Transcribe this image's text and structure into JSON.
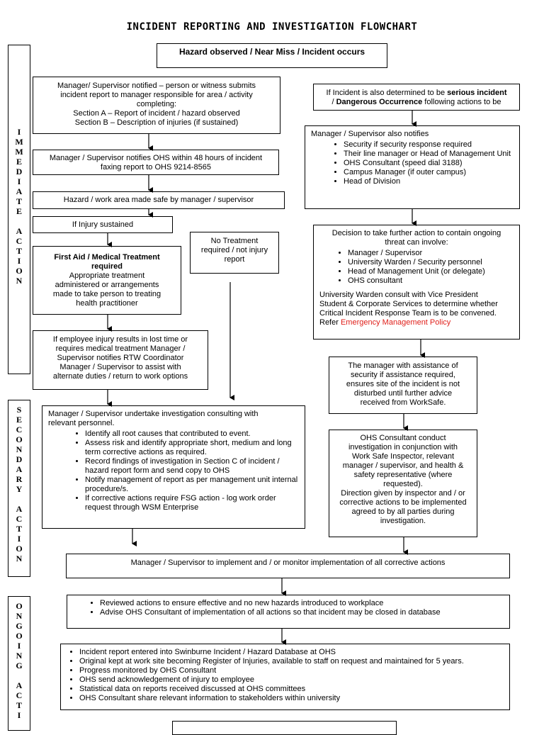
{
  "title": "INCIDENT REPORTING AND INVESTIGATION FLOWCHART",
  "side_labels": {
    "immediate": [
      "I",
      "M",
      "M",
      "E",
      "D",
      "I",
      "A",
      "T",
      "E",
      "",
      "A",
      "C",
      "T",
      "I",
      "O",
      "N"
    ],
    "secondary": [
      "S",
      "E",
      "C",
      "O",
      "N",
      "D",
      "A",
      "R",
      "Y",
      "",
      "A",
      "C",
      "T",
      "I",
      "O",
      "N"
    ],
    "ongoing": [
      "O",
      "N",
      "G",
      "O",
      "I",
      "N",
      "G",
      "",
      "A",
      "C",
      "T",
      "I"
    ]
  },
  "start": "Hazard observed / Near Miss / Incident occurs",
  "notified": {
    "l1": "Manager/ Supervisor notified – person or witness submits",
    "l2": "incident report to manager responsible for area / activity",
    "l3": "completing:",
    "l4": "Section A – Report of incident / hazard observed",
    "l5": "Section B – Description of injuries (if sustained)"
  },
  "notify_ohs": {
    "l1": "Manager / Supervisor notifies OHS within 48 hours of incident",
    "l2": "faxing report to OHS 9214-8565"
  },
  "area_safe": "Hazard / work area made safe by manager / supervisor",
  "injury_sustained": "If Injury sustained",
  "no_treatment": {
    "l1": "No Treatment",
    "l2": "required / not injury",
    "l3": "report"
  },
  "first_aid": {
    "bold1": "First Aid / Medical Treatment",
    "bold2": "required",
    "l1": "Appropriate treatment",
    "l2": "administered or arrangements",
    "l3": "made to take person to treating",
    "l4": "health practitioner"
  },
  "lost_time": {
    "l1": "If employee injury results in lost time or",
    "l2": "requires medical treatment Manager /",
    "l3": "Supervisor notifies RTW Coordinator",
    "l4": "Manager / Supervisor to assist with",
    "l5": "alternate duties / return to work options"
  },
  "serious": {
    "pre": "If Incident is also determined to be ",
    "bold1": "serious incident",
    "mid": "/ ",
    "bold2": "Dangerous Occurrence",
    "post": " following actions to be"
  },
  "also_notifies": {
    "heading": "Manager / Supervisor also notifies",
    "items": [
      "Security if security response required",
      "Their line manager or Head of Management Unit",
      "OHS Consultant (speed dial 3188)",
      "Campus Manager (if outer campus)",
      "Head of Division"
    ]
  },
  "decision": {
    "l1": "Decision to take further action to contain ongoing",
    "l2": "threat can involve:",
    "items": [
      "Manager / Supervisor",
      "University Warden / Security personnel",
      "Head of Management Unit (or delegate)",
      "OHS consultant"
    ],
    "p1": "University Warden consult with Vice President",
    "p2": "Student & Corporate Services to determine whether",
    "p3": "Critical Incident Response Team is to be convened.",
    "refer": "Refer ",
    "link": "Emergency Management Policy"
  },
  "manager_assist": {
    "l1": "The manager with assistance of",
    "l2": "security if assistance required,",
    "l3": "ensures site of the incident is not",
    "l4": "disturbed until further advice",
    "l5": "received from WorkSafe."
  },
  "investigation": {
    "l1": "Manager / Supervisor undertake investigation consulting with",
    "l2": "relevant personnel.",
    "items": [
      "Identify all root causes that contributed to event.",
      "Assess risk and identify appropriate short, medium and long term corrective actions as required.",
      "Record findings of investigation in Section C of incident / hazard report form and send copy to OHS",
      "Notify management of report as per management unit internal procedure/s.",
      "If corrective actions require FSG action - log work order request through WSM Enterprise"
    ]
  },
  "ohs_consultant": {
    "l1": "OHS Consultant conduct",
    "l2": "investigation in conjunction with",
    "l3": "Work Safe Inspector, relevant",
    "l4": "manager / supervisor, and health &",
    "l5": "safety representative (where",
    "l6": "requested).",
    "l7": "Direction given by inspector and / or",
    "l8": "corrective actions to be implemented",
    "l9": "agreed to by all parties during",
    "l10": "investigation."
  },
  "implement": "Manager / Supervisor to implement and / or monitor implementation of all corrective actions",
  "reviewed": {
    "items": [
      "Reviewed actions to ensure effective and no new hazards introduced to workplace",
      "Advise OHS Consultant of implementation of all actions so that incident may be closed in database"
    ]
  },
  "database": {
    "items": [
      "Incident report entered into Swinburne Incident / Hazard Database at OHS",
      "Original kept at work site becoming Register of Injuries, available to staff on request and maintained for 5 years.",
      "Progress monitored by OHS Consultant",
      "OHS send acknowledgement of injury to employee",
      "Statistical data on reports received discussed at OHS committees",
      "OHS Consultant share relevant information to stakeholders within university"
    ]
  }
}
